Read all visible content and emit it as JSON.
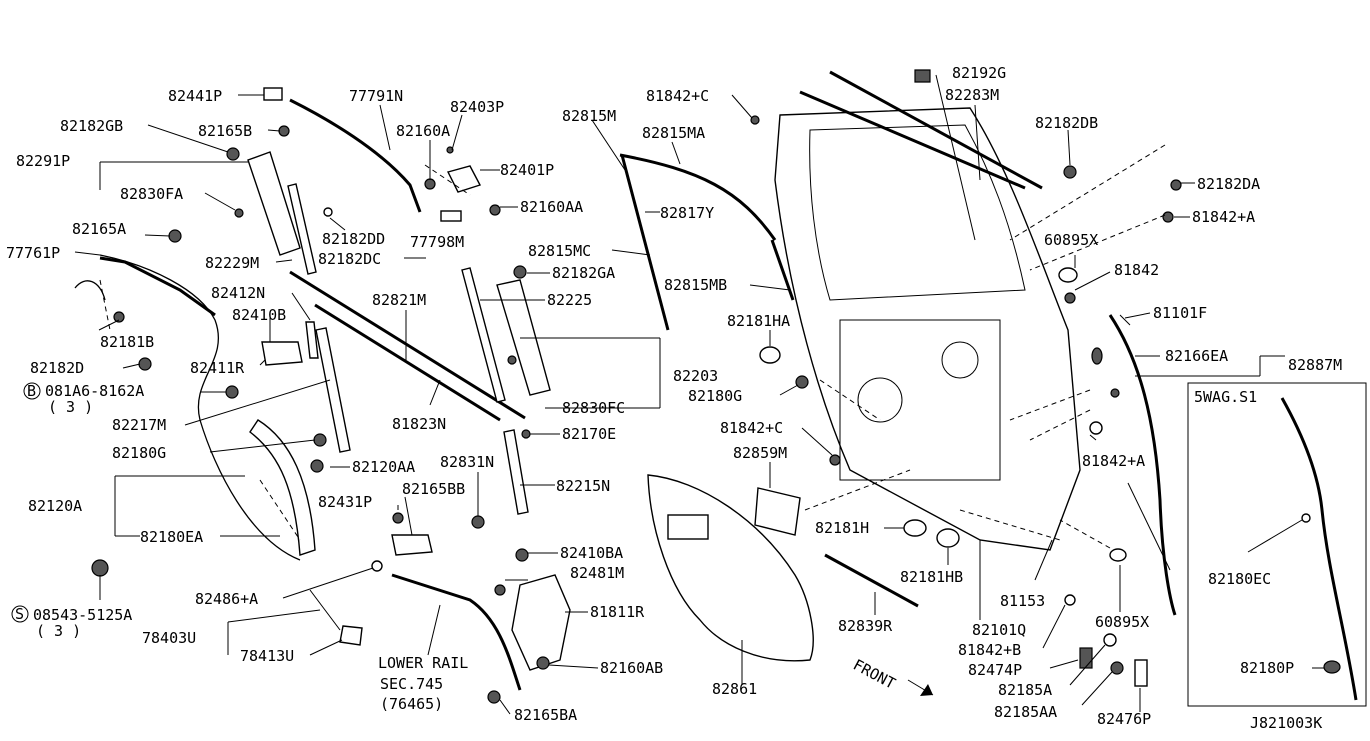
{
  "diagram_id": "J821003K",
  "inset_title": "5WAG.S1",
  "front_label": "FRONT",
  "lower_rail": {
    "line1": "LOWER RAIL",
    "line2": "SEC.745",
    "line3": "(76465)"
  },
  "qty": {
    "bolt_b": "( 3 )",
    "screw_s": "( 3 )"
  },
  "labels": [
    "82441P",
    "77791N",
    "82403P",
    "82182GB",
    "82165B",
    "82160A",
    "82291P",
    "82401P",
    "82830FA",
    "82160AA",
    "82165A",
    "82182DD",
    "77798M",
    "77761P",
    "82229M",
    "82182DC",
    "82412N",
    "82410B",
    "82181B",
    "82182D",
    "82411R",
    "081A6-8162A",
    "82217M",
    "82180G",
    "82120AA",
    "82831N",
    "82120A",
    "82165BB",
    "82431P",
    "82180EA",
    "08543-5125A",
    "82486+A",
    "78403U",
    "78413U",
    "81842+C",
    "82815M",
    "82815MA",
    "82817Y",
    "82815MC",
    "82182GA",
    "82815MB",
    "82225",
    "82821M",
    "82203",
    "82830FC",
    "81823N",
    "82170E",
    "82215N",
    "82410BA",
    "82481M",
    "81811R",
    "82160AB",
    "82165BA",
    "82861",
    "82192G",
    "82283M",
    "82182DB",
    "82182DA",
    "81842+A",
    "60895X",
    "81842",
    "82181HA",
    "81101F",
    "82166EA",
    "82887M",
    "82180G",
    "81842+C",
    "82859M",
    "81842+A",
    "82181H",
    "82181HB",
    "81153",
    "82101Q",
    "82839R",
    "81842+B",
    "82474P",
    "82185A",
    "82185AA",
    "82476P",
    "60895X",
    "82180EC",
    "82180P"
  ]
}
